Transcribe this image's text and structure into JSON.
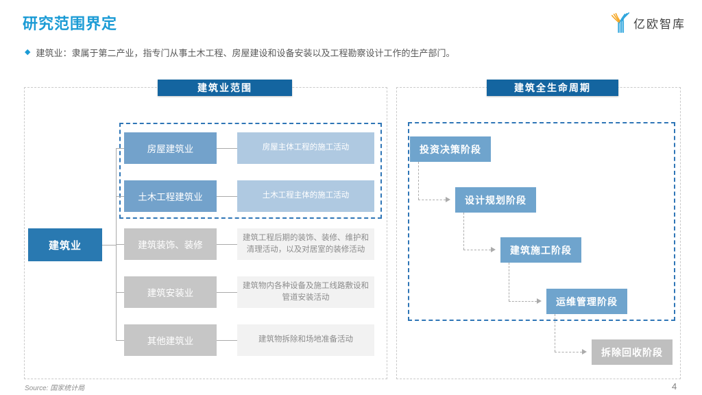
{
  "page": {
    "title": "研究范围界定",
    "logo_text": "亿欧智库",
    "bullet_icon": "◆",
    "bullet_text": "建筑业：隶属于第二产业，指专门从事土木工程、房屋建设和设备安装以及工程勘察设计工作的生产部门。",
    "source_text": "Source: 国家统计局",
    "page_number": "4"
  },
  "colors": {
    "title_blue": "#1B9BD5",
    "header_bar_blue": "#1465A0",
    "root_box_blue": "#2979B1",
    "steel_blue": "#73A2CB",
    "light_blue": "#AFC9E1",
    "gray_box": "#C6C6C6",
    "light_gray_box": "#F2F2F2",
    "dashed_blue": "#2E75B6",
    "logo_orange": "#F5A623",
    "logo_blue": "#2AA3DC"
  },
  "left_panel": {
    "header": "建筑业范围",
    "root_label": "建筑业",
    "rows": [
      {
        "category": "房屋建筑业",
        "description": "房屋主体工程的施工活动",
        "highlighted": true
      },
      {
        "category": "土木工程建筑业",
        "description": "土木工程主体的施工活动",
        "highlighted": true
      },
      {
        "category": "建筑装饰、装修",
        "description": "建筑工程后期的装饰、装修、维护和清理活动，以及对居室的装修活动",
        "highlighted": false
      },
      {
        "category": "建筑安装业",
        "description": "建筑物内各种设备及施工线路敷设和管道安装活动",
        "highlighted": false
      },
      {
        "category": "其他建筑业",
        "description": "建筑物拆除和场地准备活动",
        "highlighted": false
      }
    ]
  },
  "right_panel": {
    "header": "建筑全生命周期",
    "stages": [
      {
        "label": "投资决策阶段",
        "highlighted": true
      },
      {
        "label": "设计规划阶段",
        "highlighted": true
      },
      {
        "label": "建筑施工阶段",
        "highlighted": true
      },
      {
        "label": "运维管理阶段",
        "highlighted": true
      },
      {
        "label": "拆除回收阶段",
        "highlighted": false
      }
    ]
  }
}
